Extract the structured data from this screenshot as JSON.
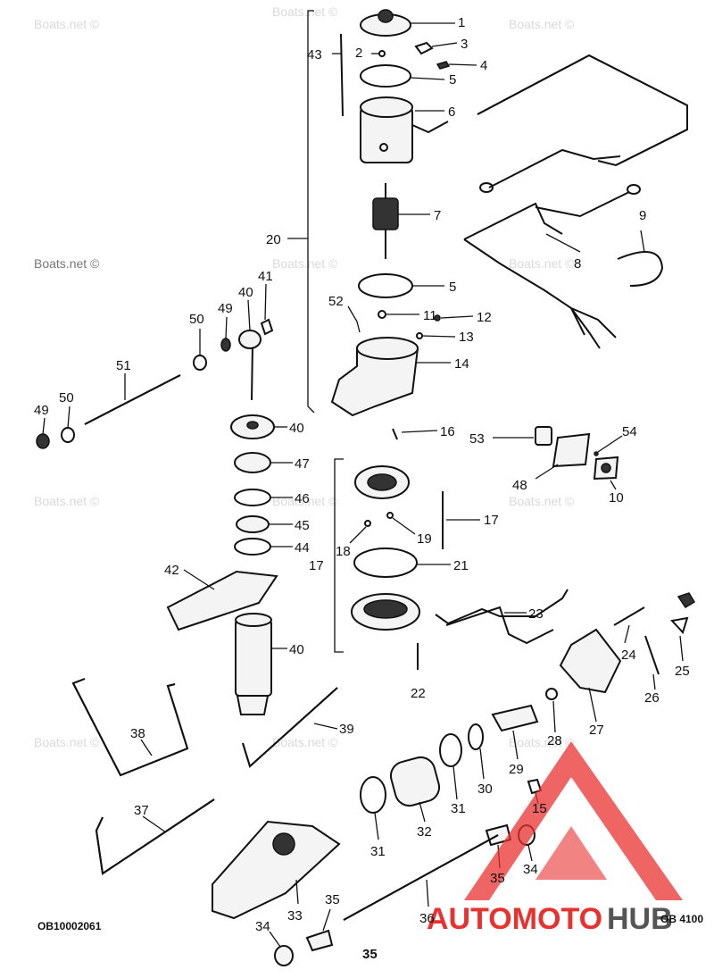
{
  "watermark": "Boats.net ©",
  "footer": {
    "left_code": "OB10002061",
    "right_code": "OB 4100",
    "page_number": "35"
  },
  "logo": {
    "brand_left": "AUTOMOTO",
    "brand_right": "HUB",
    "color_red": "#e8322f",
    "color_dark": "#555555"
  },
  "callouts": [
    {
      "id": "c1",
      "text": "1"
    },
    {
      "id": "c2",
      "text": "2"
    },
    {
      "id": "c3",
      "text": "3"
    },
    {
      "id": "c4",
      "text": "4"
    },
    {
      "id": "c5a",
      "text": "5"
    },
    {
      "id": "c5b",
      "text": "5"
    },
    {
      "id": "c6",
      "text": "6"
    },
    {
      "id": "c7",
      "text": "7"
    },
    {
      "id": "c8",
      "text": "8"
    },
    {
      "id": "c9",
      "text": "9"
    },
    {
      "id": "c10",
      "text": "10"
    },
    {
      "id": "c11",
      "text": "11"
    },
    {
      "id": "c12",
      "text": "12"
    },
    {
      "id": "c13",
      "text": "13"
    },
    {
      "id": "c14",
      "text": "14"
    },
    {
      "id": "c15",
      "text": "15"
    },
    {
      "id": "c16",
      "text": "16"
    },
    {
      "id": "c17a",
      "text": "17"
    },
    {
      "id": "c17b",
      "text": "17"
    },
    {
      "id": "c18",
      "text": "18"
    },
    {
      "id": "c19",
      "text": "19"
    },
    {
      "id": "c20",
      "text": "20"
    },
    {
      "id": "c21",
      "text": "21"
    },
    {
      "id": "c22",
      "text": "22"
    },
    {
      "id": "c23",
      "text": "23"
    },
    {
      "id": "c24",
      "text": "24"
    },
    {
      "id": "c25",
      "text": "25"
    },
    {
      "id": "c26",
      "text": "26"
    },
    {
      "id": "c27",
      "text": "27"
    },
    {
      "id": "c28",
      "text": "28"
    },
    {
      "id": "c29",
      "text": "29"
    },
    {
      "id": "c30",
      "text": "30"
    },
    {
      "id": "c31a",
      "text": "31"
    },
    {
      "id": "c31b",
      "text": "31"
    },
    {
      "id": "c32",
      "text": "32"
    },
    {
      "id": "c33",
      "text": "33"
    },
    {
      "id": "c34a",
      "text": "34"
    },
    {
      "id": "c34b",
      "text": "34"
    },
    {
      "id": "c35a",
      "text": "35"
    },
    {
      "id": "c35b",
      "text": "35"
    },
    {
      "id": "c36",
      "text": "36"
    },
    {
      "id": "c37",
      "text": "37"
    },
    {
      "id": "c38",
      "text": "38"
    },
    {
      "id": "c39",
      "text": "39"
    },
    {
      "id": "c40a",
      "text": "40"
    },
    {
      "id": "c40b",
      "text": "40"
    },
    {
      "id": "c40c",
      "text": "40"
    },
    {
      "id": "c41",
      "text": "41"
    },
    {
      "id": "c42",
      "text": "42"
    },
    {
      "id": "c43",
      "text": "43"
    },
    {
      "id": "c44",
      "text": "44"
    },
    {
      "id": "c45",
      "text": "45"
    },
    {
      "id": "c46",
      "text": "46"
    },
    {
      "id": "c47",
      "text": "47"
    },
    {
      "id": "c48",
      "text": "48"
    },
    {
      "id": "c49a",
      "text": "49"
    },
    {
      "id": "c49b",
      "text": "49"
    },
    {
      "id": "c50a",
      "text": "50"
    },
    {
      "id": "c50b",
      "text": "50"
    },
    {
      "id": "c51",
      "text": "51"
    },
    {
      "id": "c52",
      "text": "52"
    },
    {
      "id": "c53",
      "text": "53"
    },
    {
      "id": "c54",
      "text": "54"
    }
  ]
}
